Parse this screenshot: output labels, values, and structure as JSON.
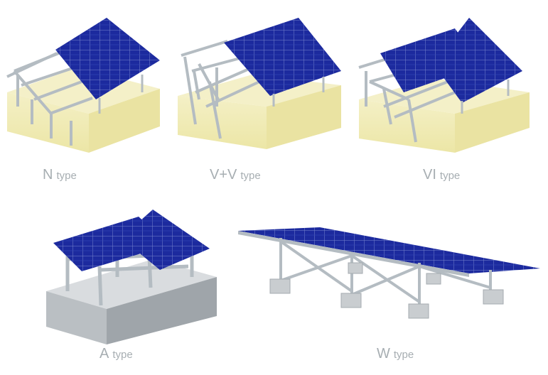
{
  "colors": {
    "panel": "#1c2a9e",
    "panel_grid": "#8795d6",
    "rail": "#b4bcc2",
    "ground": "#f3efbf",
    "concrete": "#bcc0c4"
  },
  "figures": [
    {
      "id": "n",
      "letter": "N",
      "suffix": "type"
    },
    {
      "id": "vv",
      "letter": "V+V",
      "suffix": "type"
    },
    {
      "id": "vi",
      "letter": "VI",
      "suffix": "type"
    },
    {
      "id": "a",
      "letter": "A",
      "suffix": "type"
    },
    {
      "id": "w",
      "letter": "W",
      "suffix": "type"
    }
  ]
}
